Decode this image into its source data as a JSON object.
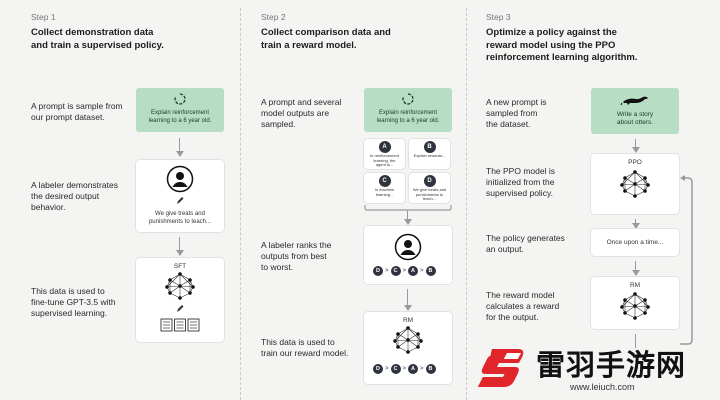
{
  "step1": {
    "step": "Step 1",
    "title_l1": "Collect demonstration data",
    "title_l2": "and train a supervised policy.",
    "desc1_l1": "A prompt is sample from",
    "desc1_l2": "our prompt dataset.",
    "prompt_l1": "Explain reinforcement",
    "prompt_l2": "learning to a 6 year old.",
    "desc2_l1": "A labeler demonstrates",
    "desc2_l2": "the desired output",
    "desc2_l3": "behavior.",
    "demo_l1": "We give treats and",
    "demo_l2": "punishments to teach...",
    "desc3_l1": "This data is used to",
    "desc3_l2": "fine-tune GPT-3.5 with",
    "desc3_l3": "supervised learning.",
    "model": "SFT"
  },
  "step2": {
    "step": "Step 2",
    "title_l1": "Collect comparison data and",
    "title_l2": "train a reward model.",
    "desc1_l1": "A prompt and several",
    "desc1_l2": "model outputs are",
    "desc1_l3": "sampled.",
    "prompt_l1": "Explain reinforcement",
    "prompt_l2": "learning to a 6 year old.",
    "outputs": [
      {
        "letter": "A",
        "l1": "In reinforcement",
        "l2": "learning, the",
        "l3": "agent is..."
      },
      {
        "letter": "B",
        "l1": "Explain rewards...",
        "l2": "",
        "l3": ""
      },
      {
        "letter": "C",
        "l1": "In machine",
        "l2": "learning...",
        "l3": ""
      },
      {
        "letter": "D",
        "l1": "We give treats and",
        "l2": "punishments to",
        "l3": "teach..."
      }
    ],
    "desc2_l1": "A labeler ranks the",
    "desc2_l2": "outputs from best",
    "desc2_l3": "to worst.",
    "rank": [
      "D",
      ">",
      "C",
      ">",
      "A",
      ">",
      "B"
    ],
    "desc3_l1": "This data is used to",
    "desc3_l2": "train our reward model.",
    "model": "RM"
  },
  "step3": {
    "step": "Step 3",
    "title_l1": "Optimize a policy against the",
    "title_l2": "reward model using the PPO",
    "title_l3": "reinforcement learning algorithm.",
    "desc1_l1": "A new prompt is",
    "desc1_l2": "sampled from",
    "desc1_l3": "the dataset.",
    "prompt_l1": "Write a story",
    "prompt_l2": "about otters.",
    "desc2_l1": "The PPO model is",
    "desc2_l2": "initialized from the",
    "desc2_l3": "supervised policy.",
    "model_ppo": "PPO",
    "desc3_l1": "The policy generates",
    "desc3_l2": "an output.",
    "output": "Once upon a time...",
    "desc4_l1": "The reward model",
    "desc4_l2": "calculates a reward",
    "desc4_l3": "for the output.",
    "model_rm": "RM"
  },
  "watermark": {
    "name": "雷羽手游网",
    "url": "www.leiuch.com"
  },
  "colors": {
    "prompt_bg": "#b7ddc4",
    "chip": "#2f3340",
    "arrow": "#9a9a9a",
    "wm_red": "#e0262b"
  }
}
